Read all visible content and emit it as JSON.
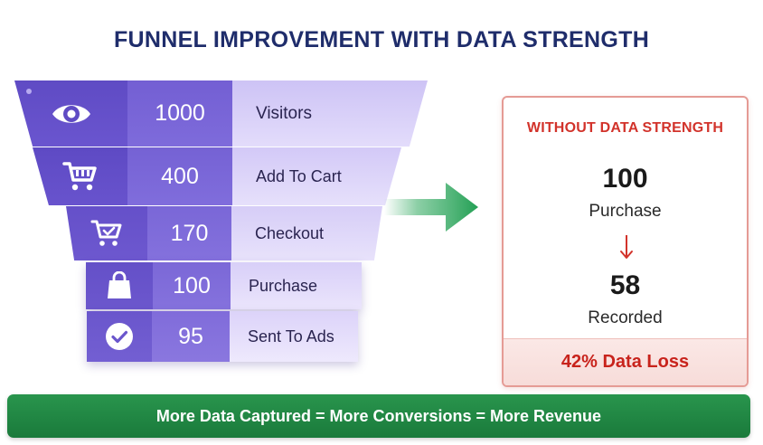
{
  "title": "FUNNEL IMPROVEMENT WITH DATA STRENGTH",
  "funnel": [
    {
      "icon": "eye-icon",
      "value": "1000",
      "label": "Visitors"
    },
    {
      "icon": "cart-icon",
      "value": "400",
      "label": "Add To Cart"
    },
    {
      "icon": "cart-check-icon",
      "value": "170",
      "label": "Checkout"
    },
    {
      "icon": "shopping-bag-icon",
      "value": "100",
      "label": "Purchase"
    },
    {
      "icon": "check-circle-icon",
      "value": "95",
      "label": "Sent To Ads"
    }
  ],
  "panel": {
    "heading": "WITHOUT DATA STRENGTH",
    "value1": "100",
    "label1": "Purchase",
    "value2": "58",
    "label2": "Recorded",
    "footer": "42% Data Loss"
  },
  "banner": "More Data Captured = More Conversions = More Revenue",
  "colors": {
    "title": "#1f2d6b",
    "funnel_dark": "#5f4bc4",
    "funnel_mid": "#7a67d7",
    "funnel_light": "#e3dcfb",
    "arrow": "#2fa85e",
    "panel_accent": "#d2332b",
    "banner": "#1f8a44"
  }
}
